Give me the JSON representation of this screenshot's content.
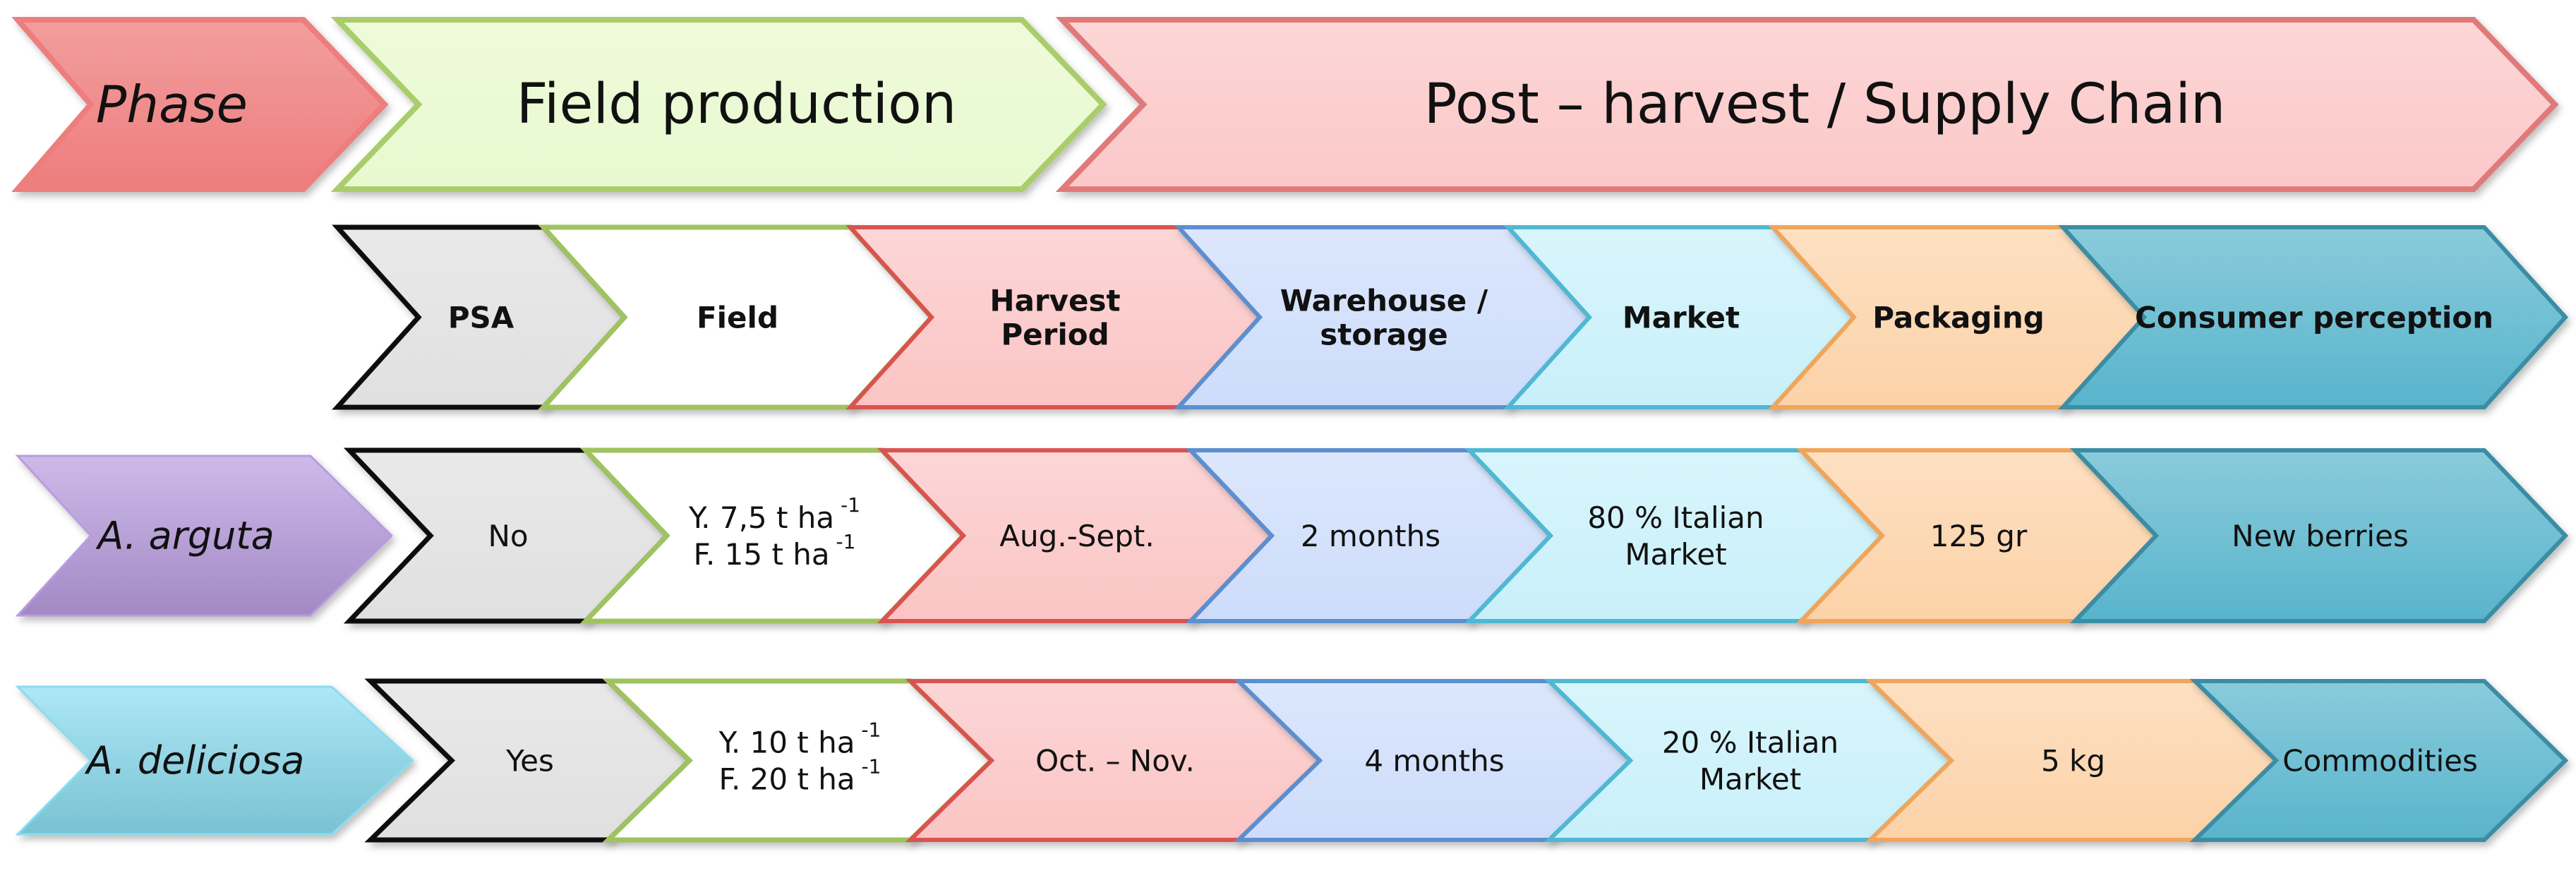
{
  "header": {
    "phase": {
      "label": "Phase",
      "fill": "#ee7d7d",
      "stroke": "#ee7d7d"
    },
    "field_production": {
      "label": "Field production",
      "fill": "#e8f9cf",
      "stroke": "#a9cd6a"
    },
    "post_harvest": {
      "label": "Post – harvest / Supply Chain",
      "fill": "#fbc8c8",
      "stroke": "#e07a7a"
    }
  },
  "stages": [
    {
      "key": "psa",
      "lines": [
        "PSA"
      ],
      "fill": "#e0e0e0",
      "stroke": "#111111"
    },
    {
      "key": "field",
      "lines": [
        "Field"
      ],
      "fill": "#ffffff",
      "stroke": "#9fc35e"
    },
    {
      "key": "harvest",
      "lines": [
        "Harvest",
        "Period"
      ],
      "fill": "#fbc4c4",
      "stroke": "#d9534f"
    },
    {
      "key": "warehouse",
      "lines": [
        "Warehouse  /",
        "storage"
      ],
      "fill": "#cddcfb",
      "stroke": "#5b8fd0"
    },
    {
      "key": "market",
      "lines": [
        "Market"
      ],
      "fill": "#c8f0fa",
      "stroke": "#4fb8d3"
    },
    {
      "key": "packaging",
      "lines": [
        "Packaging"
      ],
      "fill": "#fcd2a8",
      "stroke": "#f0a55a"
    },
    {
      "key": "consumer",
      "lines": [
        "Consumer perception"
      ],
      "fill": "#58b4cc",
      "stroke": "#3a8da4"
    }
  ],
  "species": [
    {
      "label": "A. arguta",
      "label_fill": "#b89ce0",
      "cells": [
        [
          "No"
        ],
        [
          "Y. 7,5 t ha",
          "F. 15 t ha"
        ],
        [
          "Aug.-Sept."
        ],
        [
          "2 months"
        ],
        [
          "80 % Italian",
          "Market"
        ],
        [
          "125  gr"
        ],
        [
          "New berries"
        ]
      ],
      "sups": [
        [],
        [
          "-1",
          "-1"
        ],
        [],
        [],
        [],
        [],
        []
      ]
    },
    {
      "label": "A. deliciosa",
      "label_fill": "#8adcf0",
      "cells": [
        [
          "Yes"
        ],
        [
          "Y. 10 t ha",
          "F. 20 t ha"
        ],
        [
          "Oct. – Nov."
        ],
        [
          "4 months"
        ],
        [
          "20 % Italian",
          "Market"
        ],
        [
          "5 kg"
        ],
        [
          "Commodities"
        ]
      ],
      "sups": [
        [],
        [
          "-1",
          "-1"
        ],
        [],
        [],
        [],
        [],
        []
      ]
    }
  ]
}
